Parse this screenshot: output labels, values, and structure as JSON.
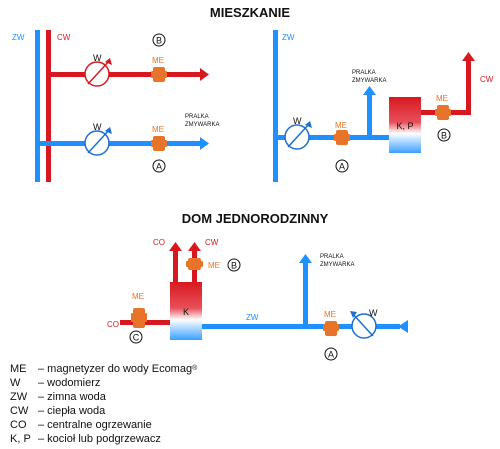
{
  "sections": {
    "apartment": "MIESZKANIE",
    "house": "DOM JEDNORODZINNY"
  },
  "pipe_labels": {
    "zw": "ZW",
    "cw": "CW",
    "co": "CO"
  },
  "devices": {
    "meter": "W",
    "magnetizer": "ME",
    "boiler_apartment": "K, P",
    "boiler_house": "K"
  },
  "appliances": [
    "PRALKA",
    "ZMYWARKA"
  ],
  "markers": {
    "a": "A",
    "b": "B",
    "c": "C"
  },
  "legend": [
    {
      "code": "ME",
      "text": "– magnetyzer do wody Ecomag",
      "sup": "®"
    },
    {
      "code": "W",
      "text": "– wodomierz",
      "sup": ""
    },
    {
      "code": "ZW",
      "text": "– zimna woda",
      "sup": ""
    },
    {
      "code": "CW",
      "text": "– ciepła woda",
      "sup": ""
    },
    {
      "code": "CO",
      "text": "– centralne ogrzewanie",
      "sup": ""
    },
    {
      "code": "K, P",
      "text": "– kocioł lub podgrzewacz",
      "sup": ""
    }
  ],
  "colors": {
    "cold": "#1e90ff",
    "hot": "#d7191f",
    "magnetizer": "#e8742a",
    "meter_arrow_cold": "#1e6fd0",
    "meter_arrow_hot": "#d7191f"
  }
}
